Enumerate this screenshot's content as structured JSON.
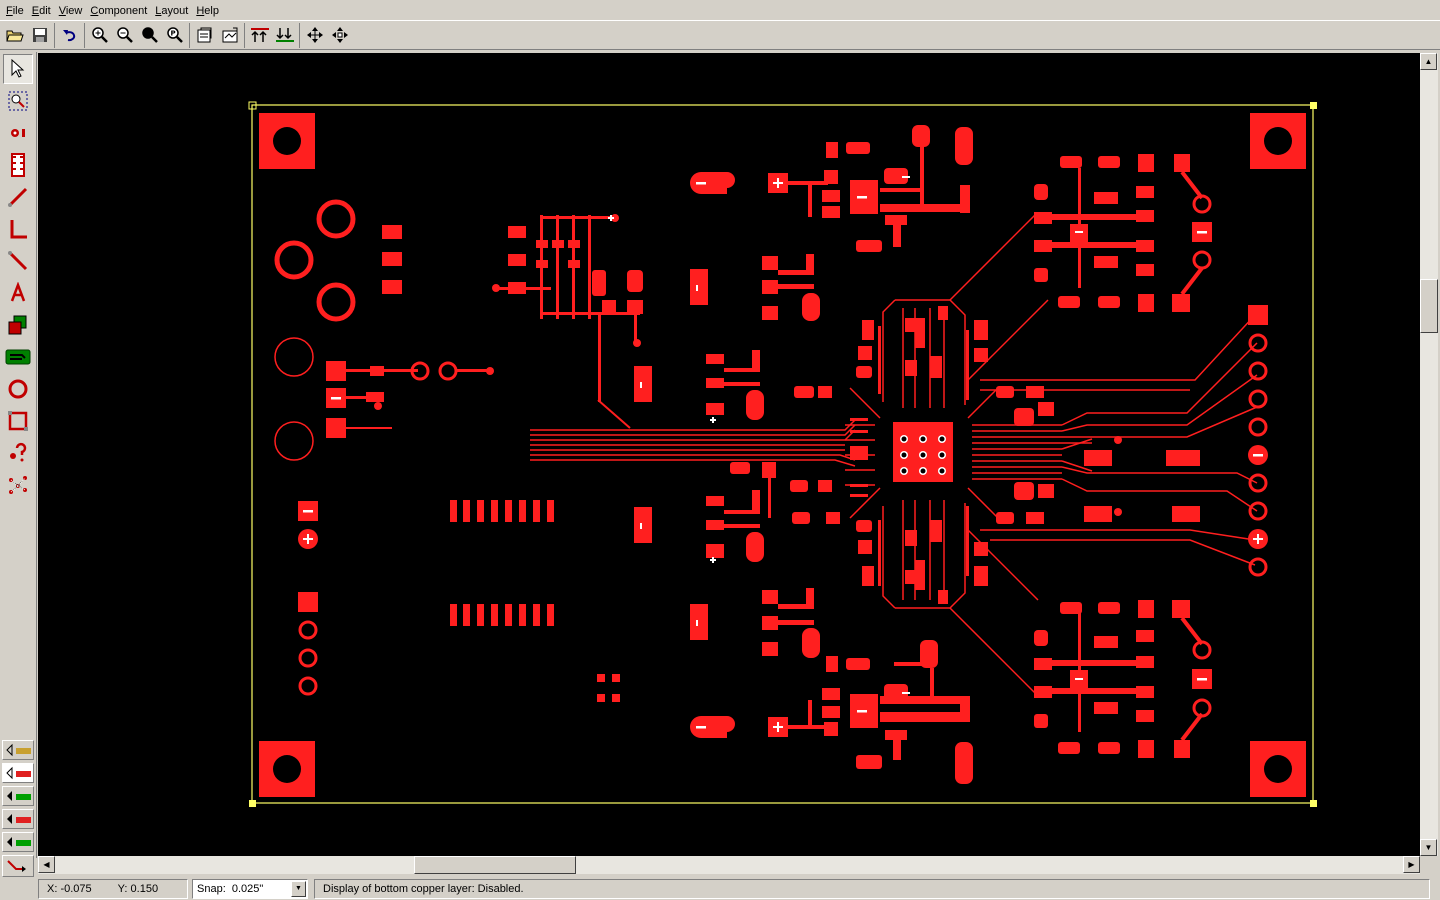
{
  "menu": [
    {
      "label": "File",
      "key": "F",
      "rest": "ile"
    },
    {
      "label": "Edit",
      "key": "E",
      "rest": "dit"
    },
    {
      "label": "View",
      "key": "V",
      "rest": "iew"
    },
    {
      "label": "Component",
      "key": "C",
      "rest": "omponent"
    },
    {
      "label": "Layout",
      "key": "L",
      "rest": "ayout"
    },
    {
      "label": "Help",
      "key": "H",
      "rest": "elp"
    }
  ],
  "toolbar": {
    "icons": [
      "open-icon",
      "save-icon",
      "undo-icon",
      "zoom-in-icon",
      "zoom-out-icon",
      "zoom-fit-icon",
      "zoom-previous-icon",
      "properties-icon",
      "board-outline-icon",
      "top-layer-icon",
      "bottom-layer-icon",
      "move-icon",
      "pan-icon"
    ]
  },
  "left_tools": [
    "select-icon",
    "zoom-window-icon",
    "via-icon",
    "component-icon",
    "track-icon",
    "angle-track-icon",
    "line-icon",
    "text-icon",
    "copper-pour-icon",
    "layer-swap-icon",
    "ring-icon",
    "rectangle-icon",
    "query-icon",
    "ratsnest-icon"
  ],
  "layer_buttons": [
    "layer-top-copper-icon",
    "layer-bottom-copper-icon",
    "layer-top-silk-icon",
    "layer-bottom-silk-icon",
    "layer-mechanical-icon",
    "layer-routing-icon"
  ],
  "colors": {
    "copper": "#ff1f1f",
    "outline": "#ffff66",
    "canvas": "#000000"
  },
  "status": {
    "x_label": "X:",
    "x_value": "-0.075",
    "y_label": "Y:",
    "y_value": "0.150",
    "snap_label": "Snap:",
    "snap_value": "0.025\"",
    "message": "Display of bottom copper layer:  Disabled."
  }
}
